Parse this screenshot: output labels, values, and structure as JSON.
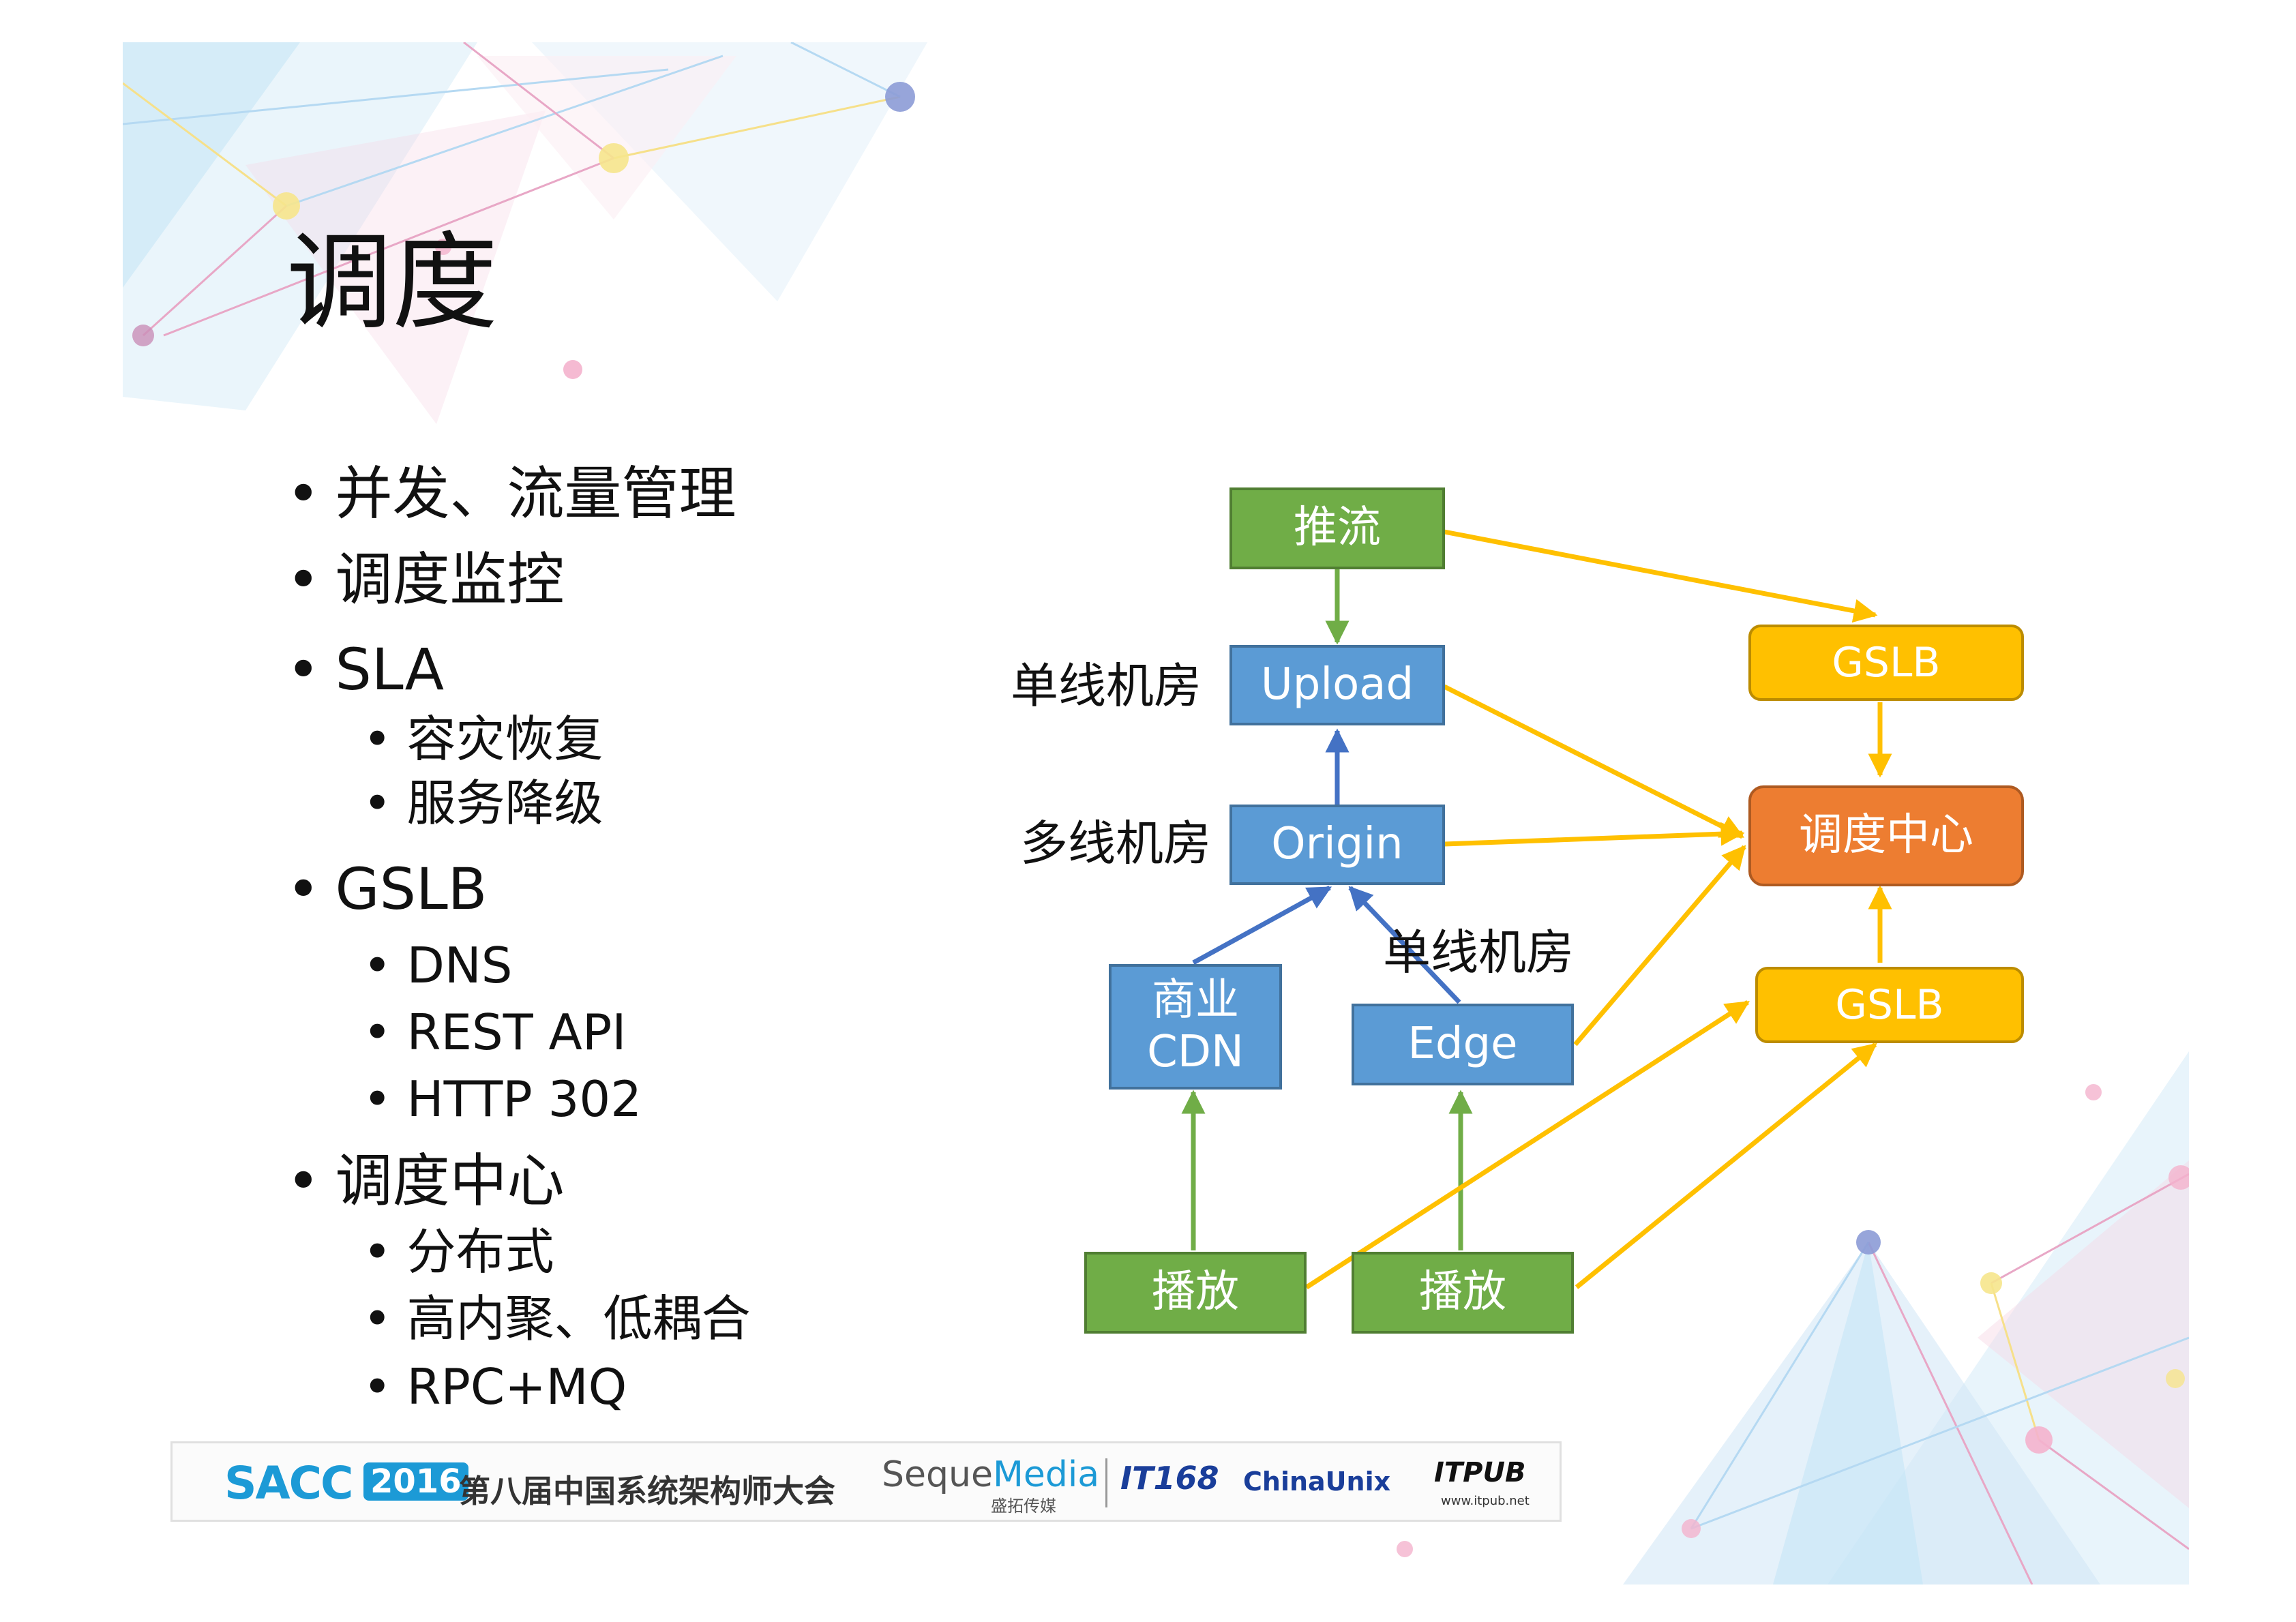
{
  "slide": {
    "title": "调度",
    "bullets": [
      {
        "text": "并发、流量管理",
        "level": 1
      },
      {
        "text": "调度监控",
        "level": 1
      },
      {
        "text": "SLA",
        "level": 1
      },
      {
        "text": "容灾恢复",
        "level": 2
      },
      {
        "text": "服务降级",
        "level": 2
      },
      {
        "text": "GSLB",
        "level": 1
      },
      {
        "text": "DNS",
        "level": 2
      },
      {
        "text": "REST API",
        "level": 2
      },
      {
        "text": "HTTP 302",
        "level": 2
      },
      {
        "text": "调度中心",
        "level": 1
      },
      {
        "text": "分布式",
        "level": 2
      },
      {
        "text": "高内聚、低耦合",
        "level": 2
      },
      {
        "text": "RPC+MQ",
        "level": 2
      }
    ],
    "bullet_glyph": "•"
  },
  "diagram": {
    "nodes": {
      "push": "推流",
      "upload": "Upload",
      "origin": "Origin",
      "commercial_cdn": "商业\nCDN",
      "edge": "Edge",
      "play_left": "播放",
      "play_right": "播放",
      "gslb_top": "GSLB",
      "dispatch_center": "调度中心",
      "gslb_bottom": "GSLB"
    },
    "labels": {
      "single_line_room_upload": "单线机房",
      "multi_line_room": "多线机房",
      "single_line_room_edge": "单线机房"
    },
    "colors": {
      "green": "#70ad47",
      "blue": "#5b9bd5",
      "yellow": "#ffc000",
      "orange": "#ed7d31",
      "arrow_green": "#70ad47",
      "arrow_blue": "#4472c4",
      "arrow_yellow": "#ffc000"
    }
  },
  "footer": {
    "sacc": "SACC",
    "year": "2016",
    "conference": "第八届中国系统架构师大会",
    "sponsor1_a": "Seque",
    "sponsor1_b": "Media",
    "sponsor1_sub": "盛拓传媒",
    "sponsor2": "IT168",
    "sponsor3": "ChinaUnix",
    "sponsor4": "ITPUB",
    "sponsor4_sub": "www.itpub.net"
  }
}
